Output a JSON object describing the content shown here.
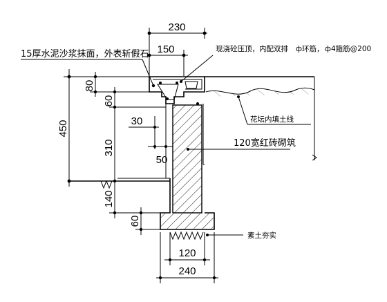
{
  "dimensions": {
    "top_total": "230",
    "top_inner": "150",
    "h80": "80",
    "h60_top": "60",
    "h450": "450",
    "h30": "30",
    "h310": "310",
    "h50": "50",
    "h140": "140",
    "h60_bottom": "60",
    "bottom_inner": "120",
    "bottom_total": "240"
  },
  "notes": {
    "plaster": "15厚水泥沙浆抹面，外表斩假石",
    "coping": "现浇砼压顶，内配双排",
    "rebar_ring": "ф环筋，",
    "rebar_stirrup": "ф4箍筋@200",
    "planting_soil": "花坛内填土线",
    "brick_wall": "120宽红砖砌筑",
    "compacted_soil": "素土夯实"
  }
}
